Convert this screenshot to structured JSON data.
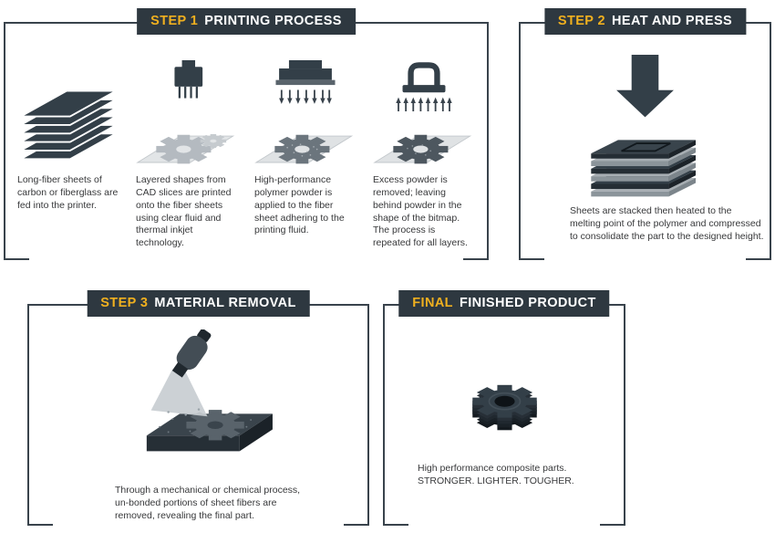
{
  "colors": {
    "dark": "#333f48",
    "accent_yellow": "#f0b01f",
    "bracket_line": "#39434c",
    "header_bg": "#2e3840",
    "caption_text": "#37383a"
  },
  "panels": {
    "step1": {
      "tag": "STEP 1",
      "title": "PRINTING PROCESS",
      "items": [
        {
          "icon": "fiber-sheets-icon",
          "caption": "Long-fiber sheets of carbon or fiberglass are fed into the printer."
        },
        {
          "icon": "inkjet-print-icon",
          "caption": "Layered shapes from CAD slices are printed onto the fiber sheets using clear fluid and thermal inkjet technology."
        },
        {
          "icon": "powder-apply-icon",
          "caption": "High-performance polymer powder is applied to the fiber sheet adhering to the printing fluid."
        },
        {
          "icon": "powder-vacuum-icon",
          "caption": "Excess powder is removed; leaving behind powder in the shape of the bitmap. The process is repeated for all layers."
        }
      ]
    },
    "step2": {
      "tag": "STEP 2",
      "title": "HEAT AND PRESS",
      "icon": "heat-press-icon",
      "caption": "Sheets are stacked then heated to the melting point of the polymer and compressed to consolidate the part to the designed height."
    },
    "step3": {
      "tag": "STEP 3",
      "title": "MATERIAL REMOVAL",
      "icon": "material-removal-icon",
      "caption": "Through a mechanical or chemical process, un-bonded portions of sheet fibers are removed, revealing the final part."
    },
    "final": {
      "tag": "FINAL",
      "title": "FINISHED PRODUCT",
      "icon": "gear-part-icon",
      "caption": "High performance composite parts.\nSTRONGER. LIGHTER. TOUGHER."
    }
  }
}
